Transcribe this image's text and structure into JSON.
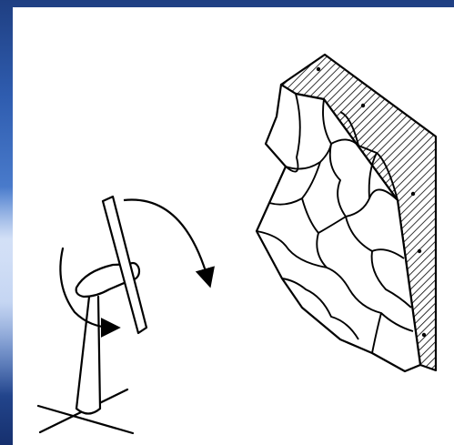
{
  "background": {
    "sky_top": "#1f3f82",
    "sky_mid": "#4d7fcf",
    "sky_bottom": "#16306e"
  },
  "illustration": {
    "ink_color": "#000000",
    "paper_color": "#ffffff",
    "elements": [
      "wind-turbine",
      "rotation-arrow",
      "cracked-wall-panel"
    ]
  }
}
